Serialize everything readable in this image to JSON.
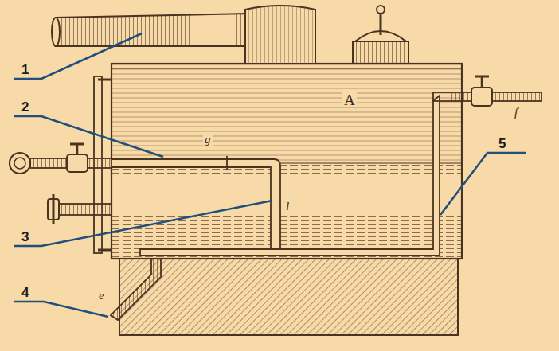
{
  "diagram": {
    "labels": [
      "1",
      "2",
      "3",
      "4",
      "5",
      "A",
      "g",
      "l",
      "f",
      "e"
    ]
  }
}
